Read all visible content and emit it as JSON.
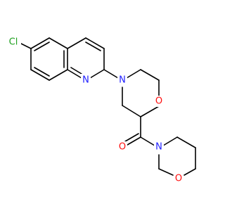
{
  "molecule": {
    "atoms": [
      {
        "id": "Cl",
        "symbol": "Cl",
        "color": "#1fa01f"
      },
      {
        "id": "N_quinoline",
        "symbol": "N",
        "color": "#1f1fff"
      },
      {
        "id": "N_morpholine_1",
        "symbol": "N",
        "color": "#1f1fff"
      },
      {
        "id": "O_morpholine_1",
        "symbol": "O",
        "color": "#ff0d0d"
      },
      {
        "id": "O_carbonyl",
        "symbol": "O",
        "color": "#ff0d0d"
      },
      {
        "id": "N_morpholine_2",
        "symbol": "N",
        "color": "#1f1fff"
      },
      {
        "id": "O_morpholine_2",
        "symbol": "O",
        "color": "#ff0d0d"
      }
    ],
    "bond_color": "#000000"
  }
}
